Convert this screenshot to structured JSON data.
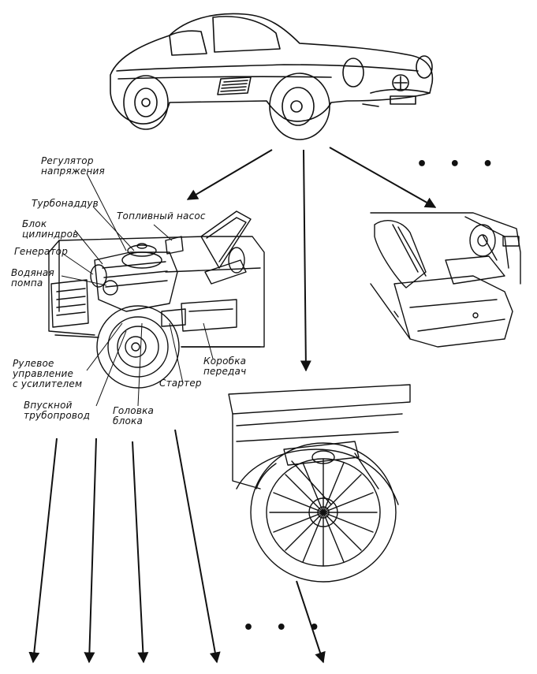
{
  "labels": {
    "voltage_regulator": "Регулятор\nнапряжения",
    "turbocharger": "Турбонаддув",
    "fuel_pump": "Топливный насос",
    "cylinder_block": "Блок\nцилиндров",
    "generator": "Генератор",
    "water_pump": "Водяная\nпомпа",
    "power_steering": "Рулевое\nуправление\nс усилителем",
    "intake_manifold": "Впускной\nтрубопровод",
    "cylinder_head": "Головка\nблока",
    "starter": "Стартер",
    "gearbox": "Коробка\nпередач"
  },
  "ellipsis": {
    "top_right": "• • •",
    "bottom": "• • •"
  },
  "colors": {
    "ink": "#111111",
    "paper": "#ffffff"
  }
}
